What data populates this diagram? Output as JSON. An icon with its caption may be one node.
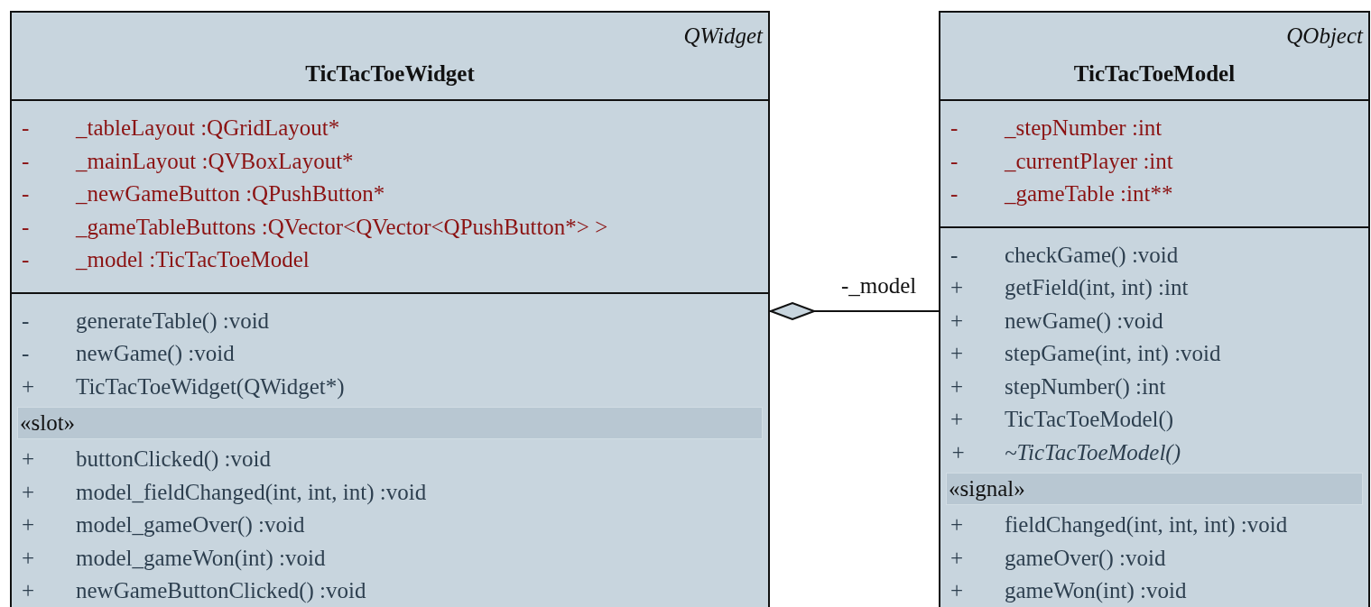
{
  "diagram": {
    "nodes": [
      {
        "text": [
          "QWidget",
          "TicTacToeWidget"
        ]
      },
      {
        "text": [
          "- _tableLayout :QGridLayout*",
          "- _mainLayout :QVBoxLayout*",
          "- _newGameButton :QPushButton*",
          "- _gameTableButtons :QVector<QVector<QPushButton*> >",
          "- _model :TicTacToeModel"
        ],
        "in": 0
      },
      {
        "text": [
          "- generateTable() :void",
          "- newGame() :void",
          "+ TicTacToeWidget(QWidget*)",
          "+ buttonClicked() :void",
          "+ model_fieldChanged(int, int, int) :void",
          "+ model_gameOver() :void",
          "+ model_gameWon(int) :void",
          "+ newGameButtonClicked() :void"
        ],
        "in": 0
      },
      {
        "text": [
          "«slot»"
        ],
        "in": 2
      },
      {
        "text": [
          "QObject",
          "TicTacToeModel"
        ]
      },
      {
        "text": [
          "- _stepNumber :int",
          "- _currentPlayer :int",
          "- _gameTable :int**"
        ],
        "in": 4
      },
      {
        "text": [
          "- checkGame() :void",
          "+ getField(int, int) :int",
          "+ newGame() :void",
          "+ stepGame(int, int) :void",
          "+ stepNumber() :int",
          "+ TicTacToeModel()",
          "+ ~TicTacToeModel()",
          "+ fieldChanged(int, int, int) :void",
          "+ gameOver() :void",
          "+ gameWon(int) :void"
        ],
        "in": 4
      },
      {
        "text": [
          "«signal»"
        ],
        "in": 6
      }
    ],
    "edges": [
      {
        "from": 4,
        "to": 0,
        "arrow": "other",
        "label": "-_model"
      }
    ]
  }
}
